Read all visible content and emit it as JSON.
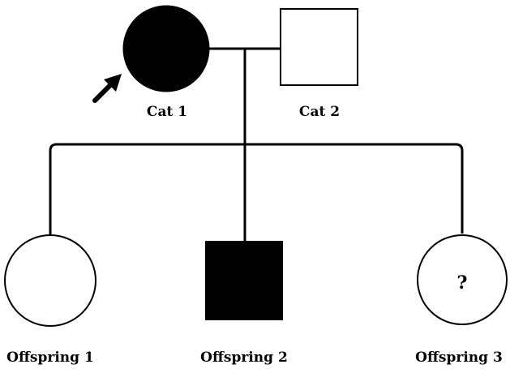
{
  "pedigree": {
    "parents": [
      {
        "label": "Cat 1",
        "sex": "female",
        "affected": true,
        "proband": true
      },
      {
        "label": "Cat 2",
        "sex": "male",
        "affected": false,
        "proband": false
      }
    ],
    "offspring": [
      {
        "label": "Offspring 1",
        "sex": "female",
        "affected": false,
        "status_text": ""
      },
      {
        "label": "Offspring 2",
        "sex": "male",
        "affected": true,
        "status_text": ""
      },
      {
        "label": "Offspring 3",
        "sex": "female",
        "affected": false,
        "status_text": "?"
      }
    ],
    "colors": {
      "affected_fill": "#000000",
      "unaffected_fill": "#ffffff",
      "line": "#000000"
    }
  }
}
